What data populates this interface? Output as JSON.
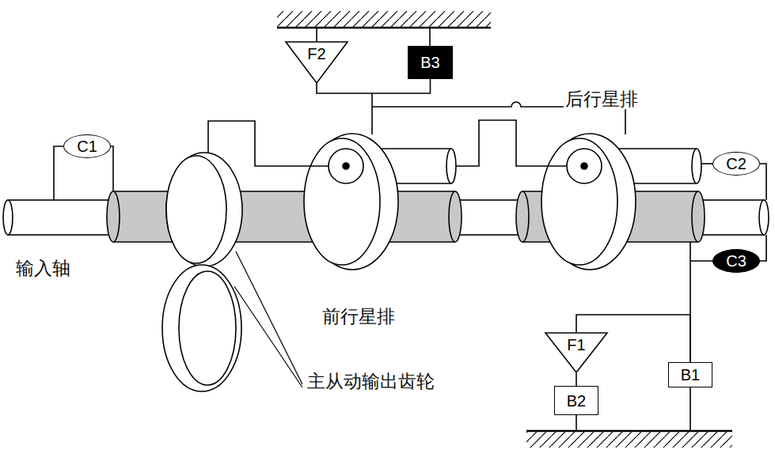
{
  "diagram": {
    "nodes": [
      {
        "text": [
          "C1"
        ]
      },
      {
        "text": [
          "F2"
        ]
      },
      {
        "text": [
          "B3"
        ]
      },
      {
        "text": [
          "C2"
        ]
      },
      {
        "text": [
          "C3"
        ]
      },
      {
        "text": [
          "F1"
        ]
      },
      {
        "text": [
          "B1"
        ]
      },
      {
        "text": [
          "B2"
        ]
      }
    ],
    "edges": [
      {
        "from": 1,
        "to": 2,
        "arrow": "none"
      },
      {
        "from": 4,
        "to": 6,
        "arrow": "none"
      },
      {
        "from": 5,
        "to": 6,
        "arrow": "none"
      },
      {
        "from": 5,
        "to": 7,
        "arrow": "none"
      }
    ],
    "labels": [
      "后行星排",
      "输入轴",
      "前行星排",
      "主从动输出齿轮"
    ]
  }
}
